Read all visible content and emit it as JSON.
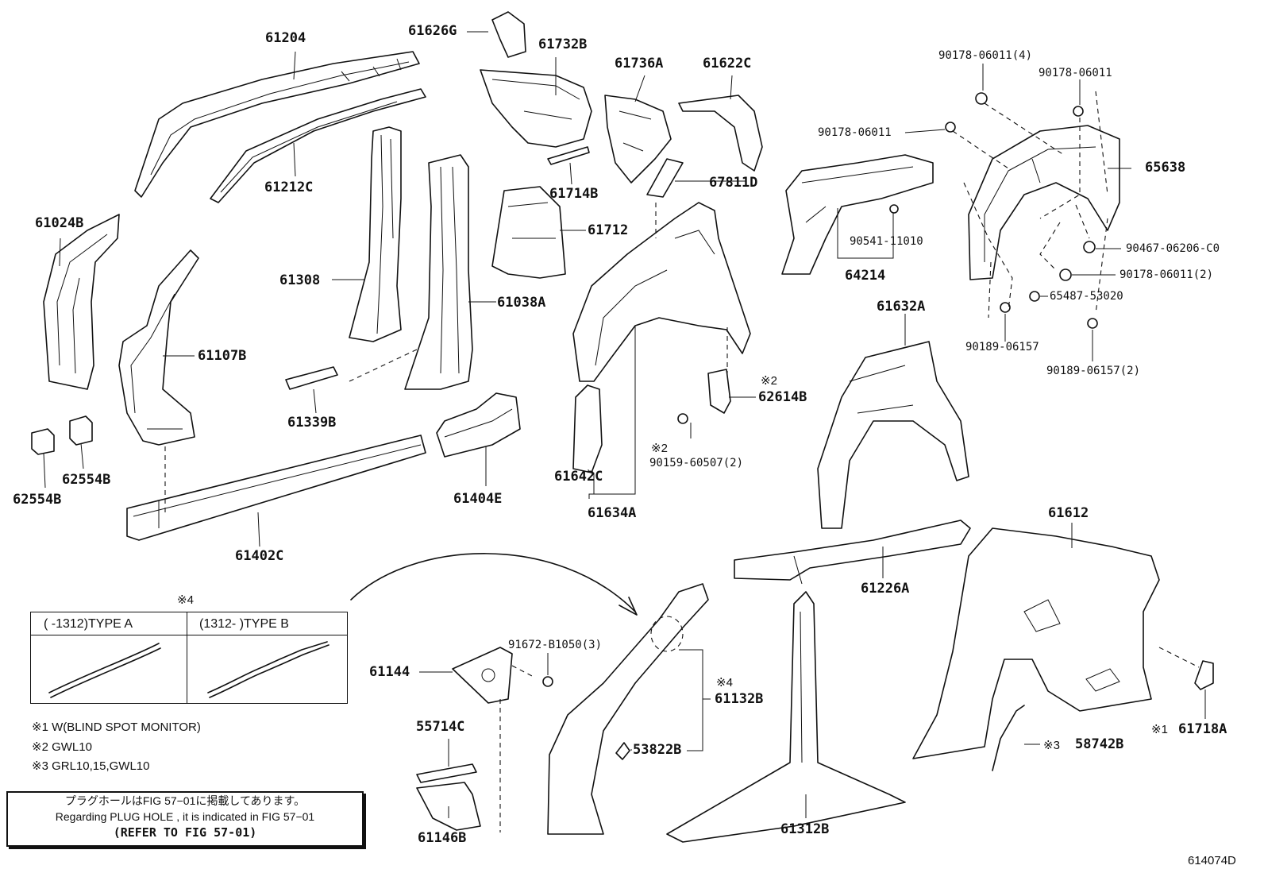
{
  "part_labels": [
    {
      "id": "p61204",
      "text": "61204"
    },
    {
      "id": "p61626g",
      "text": "61626G"
    },
    {
      "id": "p61732b",
      "text": "61732B"
    },
    {
      "id": "p61736a",
      "text": "61736A"
    },
    {
      "id": "p61622c",
      "text": "61622C"
    },
    {
      "id": "p61212c",
      "text": "61212C"
    },
    {
      "id": "p61024b",
      "text": "61024B"
    },
    {
      "id": "p61714b",
      "text": "61714B"
    },
    {
      "id": "p67811d",
      "text": "67811D"
    },
    {
      "id": "p61712",
      "text": "61712"
    },
    {
      "id": "p61308",
      "text": "61308"
    },
    {
      "id": "p61038a",
      "text": "61038A"
    },
    {
      "id": "p61107b",
      "text": "61107B"
    },
    {
      "id": "p61339b",
      "text": "61339B"
    },
    {
      "id": "p62554b_1",
      "text": "62554B"
    },
    {
      "id": "p62554b_2",
      "text": "62554B"
    },
    {
      "id": "p61404e",
      "text": "61404E"
    },
    {
      "id": "p61402c",
      "text": "61402C"
    },
    {
      "id": "p61642c",
      "text": "61642C"
    },
    {
      "id": "p61634a",
      "text": "61634A"
    },
    {
      "id": "p62614b",
      "text": "62614B"
    },
    {
      "id": "p64214",
      "text": "64214"
    },
    {
      "id": "p65638",
      "text": "65638"
    },
    {
      "id": "p61632a",
      "text": "61632A"
    },
    {
      "id": "p61612",
      "text": "61612"
    },
    {
      "id": "p61226a",
      "text": "61226A"
    },
    {
      "id": "p61144",
      "text": "61144"
    },
    {
      "id": "p55714c",
      "text": "55714C"
    },
    {
      "id": "p61146b",
      "text": "61146B"
    },
    {
      "id": "p61132b",
      "text": "61132B"
    },
    {
      "id": "p53822b",
      "text": "53822B"
    },
    {
      "id": "p61312b",
      "text": "61312B"
    },
    {
      "id": "p58742b",
      "text": "58742B"
    },
    {
      "id": "p61718a",
      "text": "61718A"
    }
  ],
  "fastener_labels": [
    {
      "id": "f90178_4",
      "text": "90178-06011(4)"
    },
    {
      "id": "f90178_a",
      "text": "90178-06011"
    },
    {
      "id": "f90178_b",
      "text": "90178-06011"
    },
    {
      "id": "f90541",
      "text": "90541-11010"
    },
    {
      "id": "f90467",
      "text": "90467-06206-C0"
    },
    {
      "id": "f90178_2",
      "text": "90178-06011(2)"
    },
    {
      "id": "f65487",
      "text": "65487-53020"
    },
    {
      "id": "f90189",
      "text": "90189-06157"
    },
    {
      "id": "f90189_2",
      "text": "90189-06157(2)"
    },
    {
      "id": "f90159",
      "text": "90159-60507(2)"
    },
    {
      "id": "f91672",
      "text": "91672-B1050(3)"
    }
  ],
  "marks": {
    "m2a": "※2",
    "m2b": "※2",
    "m4a": "※4",
    "m4b": "※4",
    "m3": "※3",
    "m1": "※1"
  },
  "type_table": {
    "type_a": "(      -1312)TYPE A",
    "type_b": "(1312-      )TYPE B"
  },
  "footnotes": [
    "※1 W(BLIND SPOT MONITOR)",
    "※2 GWL10",
    "※3 GRL10,15,GWL10"
  ],
  "plug_note": {
    "jp": "プラグホールはFIG 57−01に掲載してあります。",
    "en": "Regarding  PLUG  HOLE , it is indicated in FIG  57−01",
    "ref": "(REFER TO FIG 57-01)"
  },
  "figure_code": "614074D"
}
